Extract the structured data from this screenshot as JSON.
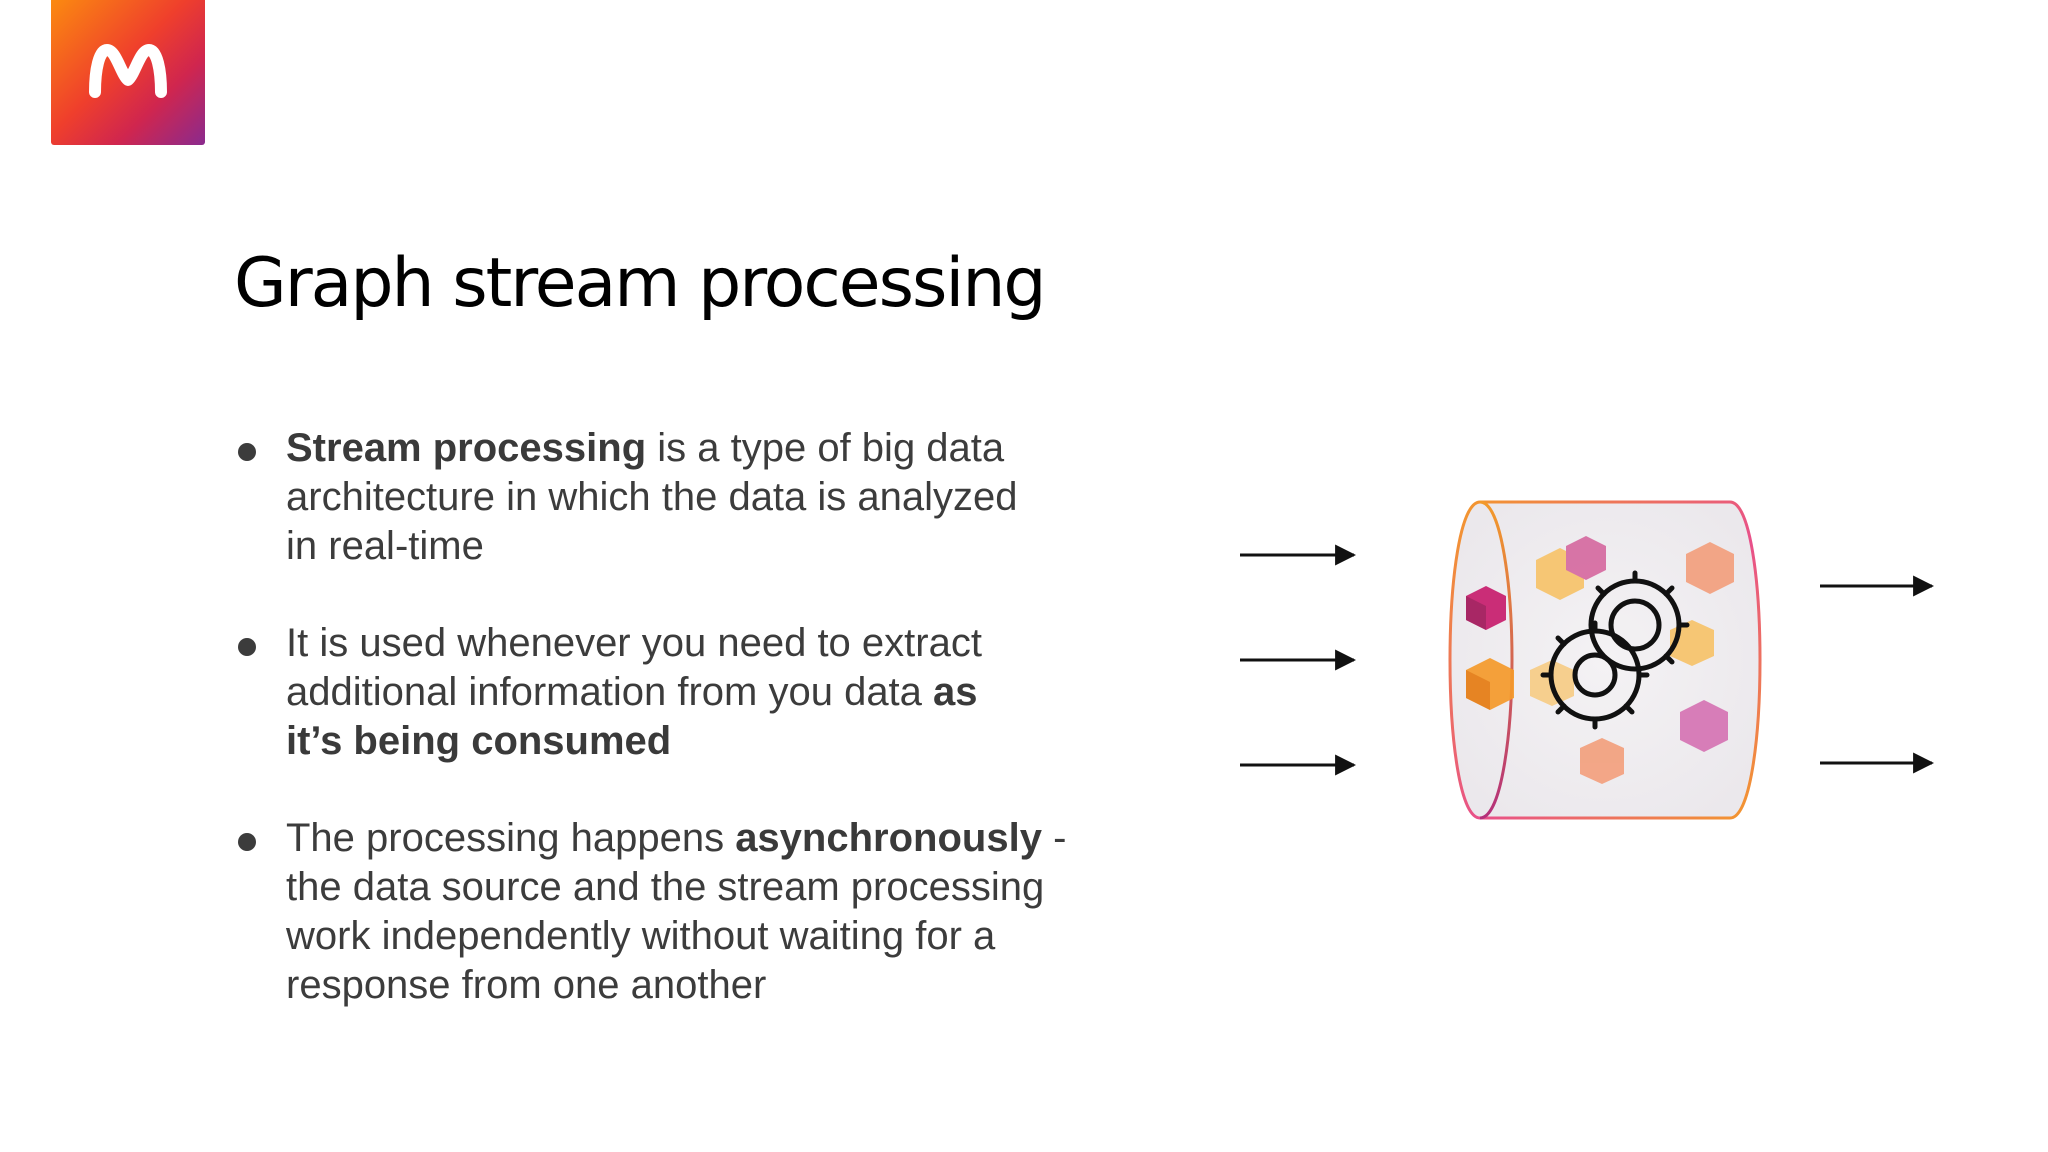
{
  "logo": {
    "letter": "M",
    "colors": [
      "#fb8a10",
      "#ef3f2c",
      "#d0264e",
      "#8a2a8e"
    ]
  },
  "title": "Graph stream processing",
  "bullets": [
    {
      "lines": [
        [
          {
            "text": "Stream processing",
            "bold": true
          },
          {
            "text": " is a type of big data",
            "bold": false
          }
        ],
        [
          {
            "text": "architecture in which the data is analyzed",
            "bold": false
          }
        ],
        [
          {
            "text": "in real-time",
            "bold": false
          }
        ]
      ]
    },
    {
      "lines": [
        [
          {
            "text": "It is used whenever you need to extract",
            "bold": false
          }
        ],
        [
          {
            "text": "additional information from you data ",
            "bold": false
          },
          {
            "text": "as",
            "bold": true
          }
        ],
        [
          {
            "text": "it’s being consumed",
            "bold": true
          }
        ]
      ]
    },
    {
      "lines": [
        [
          {
            "text": "The processing happens ",
            "bold": false
          },
          {
            "text": "asynchronously",
            "bold": true
          },
          {
            "text": " -",
            "bold": false
          }
        ],
        [
          {
            "text": "the data source and the stream processing",
            "bold": false
          }
        ],
        [
          {
            "text": "work independently without waiting for a",
            "bold": false
          }
        ],
        [
          {
            "text": "response from one another",
            "bold": false
          }
        ]
      ]
    }
  ],
  "diagram": {
    "input_arrows": 3,
    "output_arrows": 2,
    "center_icon": "gears-icon",
    "colors": {
      "stroke_orange": "#f39a2a",
      "stroke_purple": "#b4307a",
      "arrow": "#111111"
    }
  }
}
